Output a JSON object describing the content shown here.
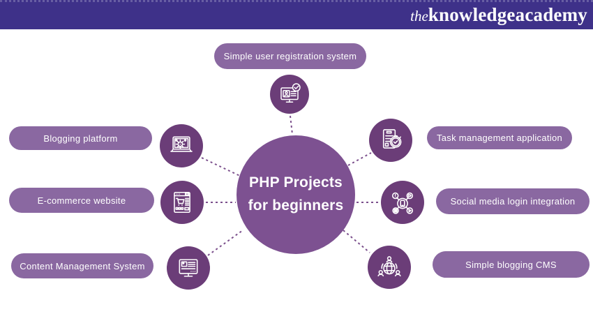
{
  "header": {
    "logo_prefix": "the",
    "logo_name": "knowledgeacademy"
  },
  "colors": {
    "header_bg": "#3e3189",
    "pill": "#8a68a1",
    "center_circle": "#7d5191",
    "icon_circle": "#6b3d78",
    "connector": "#7b4f8c"
  },
  "center": {
    "line1": "PHP Projects",
    "line2": "for beginners"
  },
  "nodes": [
    {
      "label": "Simple user registration system",
      "icon": "user-registration-icon",
      "position": "top"
    },
    {
      "label": "Blogging platform",
      "icon": "blogging-platform-icon",
      "position": "left-top"
    },
    {
      "label": "E-commerce website",
      "icon": "ecommerce-icon",
      "position": "left-middle"
    },
    {
      "label": "Content Management System",
      "icon": "cms-icon",
      "position": "left-bottom"
    },
    {
      "label": "Task management application",
      "icon": "task-management-icon",
      "position": "right-top"
    },
    {
      "label": "Social media login integration",
      "icon": "social-media-icon",
      "position": "right-middle"
    },
    {
      "label": "Simple blogging CMS",
      "icon": "blogging-cms-icon",
      "position": "right-bottom"
    }
  ]
}
